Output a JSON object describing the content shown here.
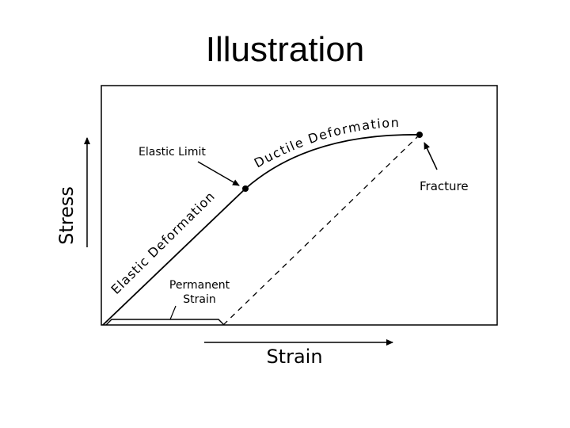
{
  "slide": {
    "title": "Illustration"
  },
  "diagram": {
    "y_axis_label": "Stress",
    "x_axis_label": "Strain",
    "labels": {
      "elastic_limit": "Elastic Limit",
      "fracture": "Fracture",
      "permanent_strain_line1": "Permanent",
      "permanent_strain_line2": "Strain",
      "elastic_deformation": "Elastic Deformation",
      "ductile_deformation": "Ductile Deformation"
    }
  }
}
